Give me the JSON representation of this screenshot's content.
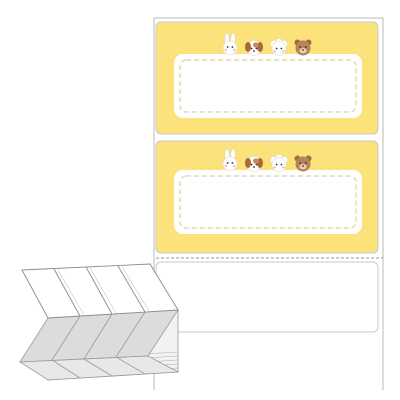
{
  "product": {
    "colors": {
      "background": "#ffffff",
      "label_fill": "#fbe27a",
      "label_border": "#c9c9c9",
      "frame_fill": "#ffffff",
      "frame_dash": "#e6d9a8",
      "liner_line": "#b8b8b8",
      "stack_fill": "#f2f2f2",
      "stack_side": "#d9d9d9",
      "stack_line": "#9a9a9a"
    },
    "labels": [
      {
        "kind": "printed-label",
        "design": "animal-friends-nameplate"
      },
      {
        "kind": "printed-label",
        "design": "animal-friends-nameplate"
      },
      {
        "kind": "blank-label",
        "design": "empty"
      }
    ],
    "characters": [
      "rabbit-icon",
      "puppy-icon",
      "sheep-icon",
      "bear-icon"
    ],
    "stack": {
      "columns": 4
    }
  }
}
